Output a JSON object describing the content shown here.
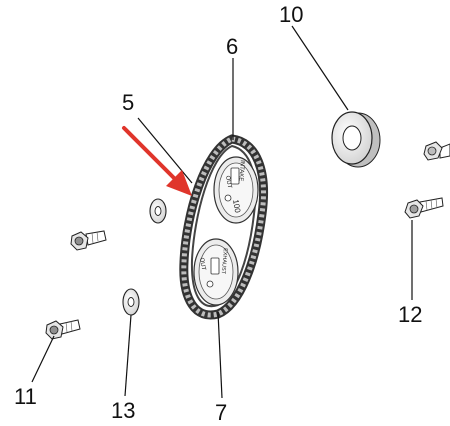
{
  "callouts": {
    "c5": "5",
    "c6": "6",
    "c7": "7",
    "c10": "10",
    "c11": "11",
    "c12": "12",
    "c13": "13"
  },
  "sprocket_marks": {
    "upper_out": "OUT",
    "upper_num": "100",
    "upper_side": "INTAKE",
    "lower_out": "OUT",
    "lower_side": "EXHAUST"
  },
  "colors": {
    "arrow": "#e0352b",
    "line": "#111111"
  }
}
